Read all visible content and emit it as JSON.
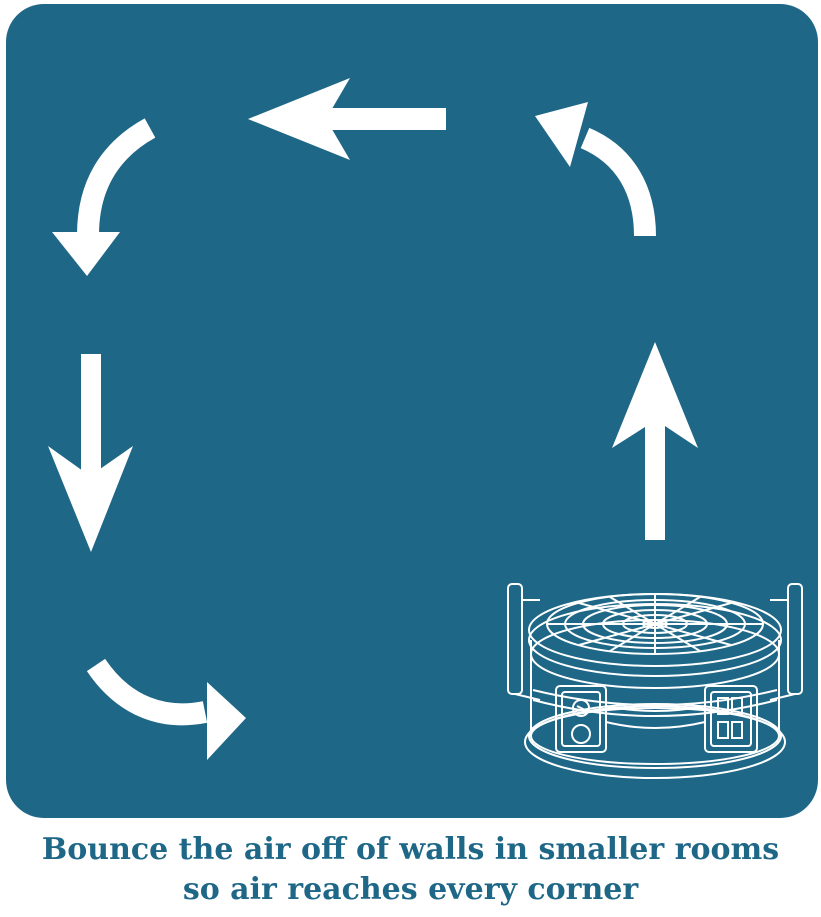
{
  "scene": {
    "panel_color": "#1e6787",
    "arrow_color": "#ffffff",
    "fan_line_color": "#ffffff",
    "arrows": [
      {
        "name": "arrow-top-left-pointing"
      },
      {
        "name": "arrow-curve-top-left"
      },
      {
        "name": "arrow-down-left"
      },
      {
        "name": "arrow-curve-bottom-left"
      },
      {
        "name": "arrow-up-right"
      },
      {
        "name": "arrow-curve-top-right"
      }
    ],
    "device_icon": "air-mover-fan-icon"
  },
  "caption": {
    "line1": "Bounce the air off of walls in smaller rooms",
    "line2": "so air reaches every corner",
    "color": "#1e6787"
  }
}
